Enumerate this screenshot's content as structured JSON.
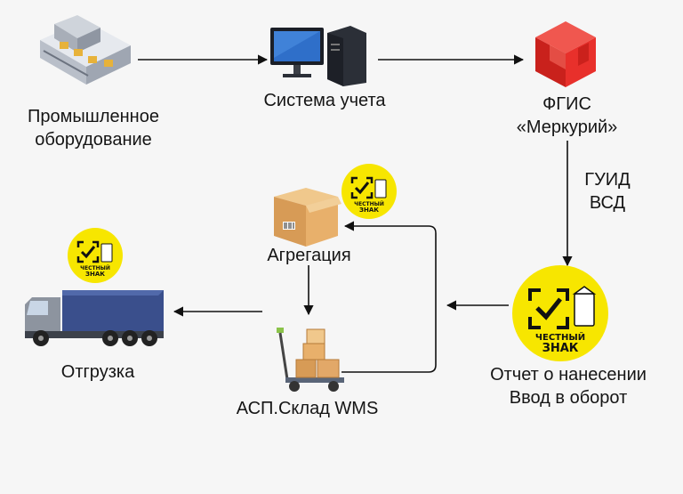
{
  "nodes": {
    "industrial_equipment": {
      "label_line1": "Промышленное",
      "label_line2": "оборудование"
    },
    "accounting_system": {
      "label": "Система учета"
    },
    "fgis_mercury": {
      "label_line1": "ФГИС",
      "label_line2": "«Меркурий»"
    },
    "guid_vsd": {
      "label_line1": "ГУИД",
      "label_line2": "ВСД"
    },
    "aggregation": {
      "label": "Агрегация"
    },
    "warehouse": {
      "label": "АСП.Склад WMS"
    },
    "shipment": {
      "label": "Отгрузка"
    },
    "marking_report": {
      "label_line1": "Отчет о нанесении",
      "label_line2": "Ввод в оборот"
    }
  },
  "badge": {
    "line1": "ЧЕСТНЫЙ",
    "line2": "ЗНАК"
  },
  "colors": {
    "badge_yellow": "#f7e600",
    "mercury_red": "#e8302b",
    "truck_blue": "#3a4f8c",
    "box_brown": "#d9a25e"
  }
}
